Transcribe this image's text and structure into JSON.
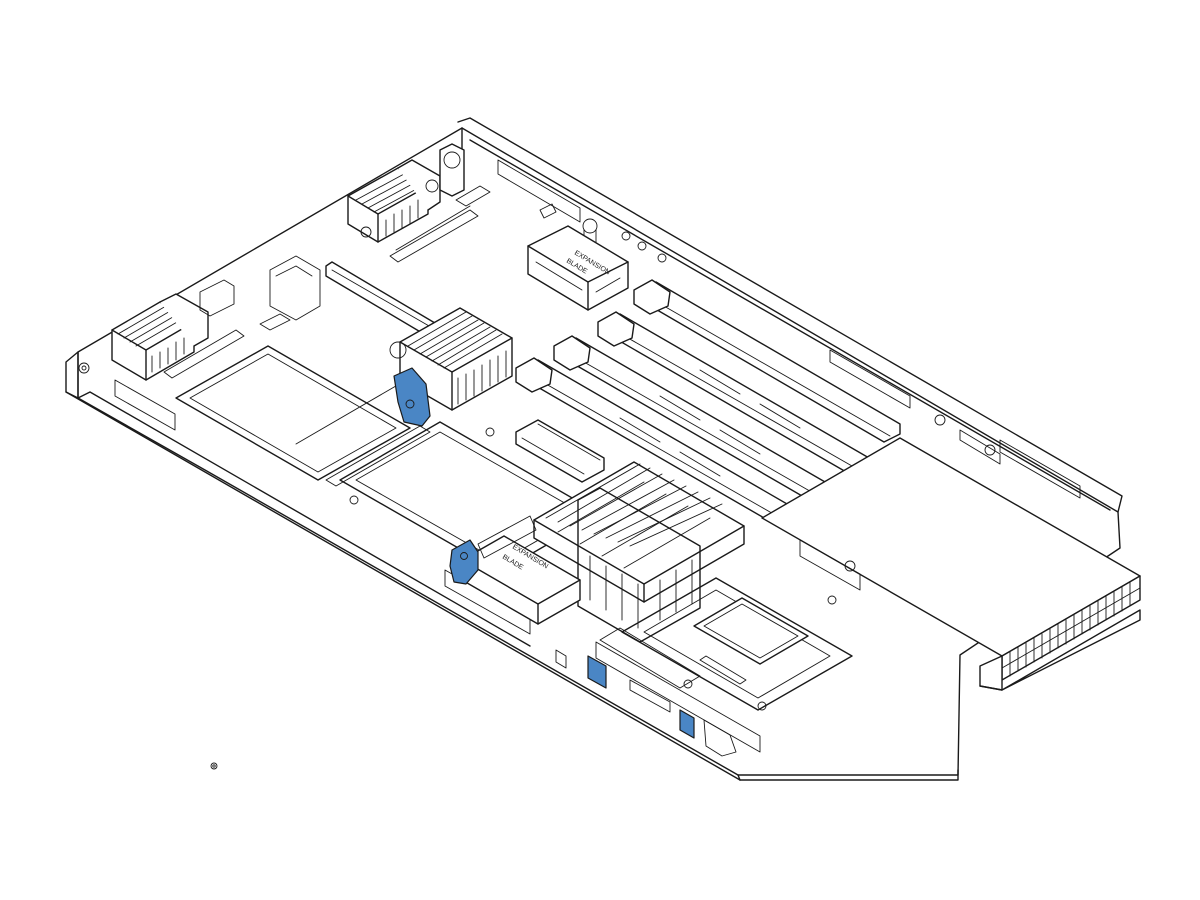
{
  "colors": {
    "line": "#1a1a1a",
    "background": "#ffffff",
    "accent_blue": "#4a86c5"
  },
  "labels": {
    "expansion_rear": "EXPANSION",
    "blade_rear": "BLADE",
    "expansion_front": "EXPANSION",
    "blade_front": "BLADE"
  }
}
